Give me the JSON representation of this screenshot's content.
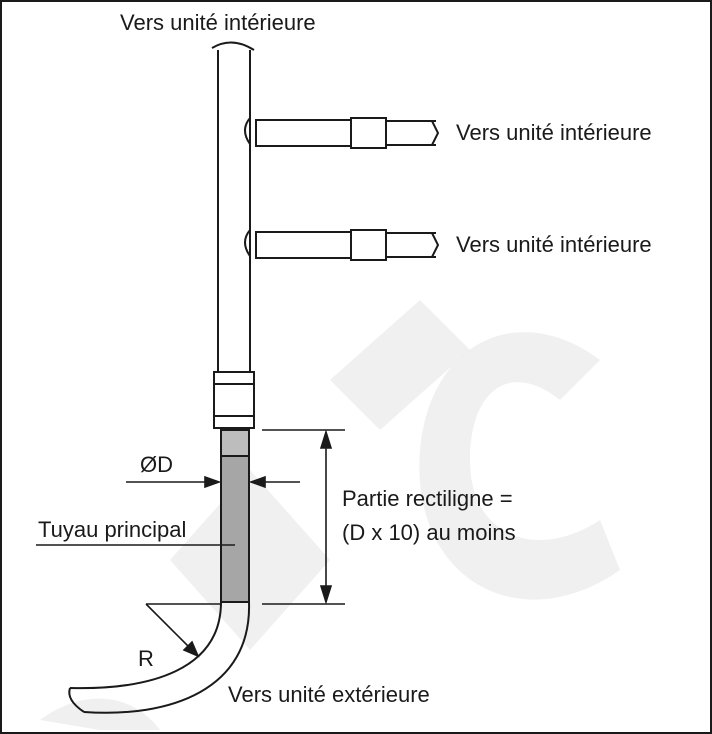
{
  "labels": {
    "top": "Vers unité intérieure",
    "branch1": "Vers unité intérieure",
    "branch2": "Vers unité intérieure",
    "diameter": "ØD",
    "straight_line1": "Partie rectiligne =",
    "straight_line2": "(D x 10) au moins",
    "main_pipe": "Tuyau principal",
    "radius": "R",
    "bottom": "Vers unité extérieure"
  },
  "colors": {
    "line": "#1a1a1a",
    "highlight": "#a6a6a6",
    "watermark": "#e6e6e6"
  }
}
